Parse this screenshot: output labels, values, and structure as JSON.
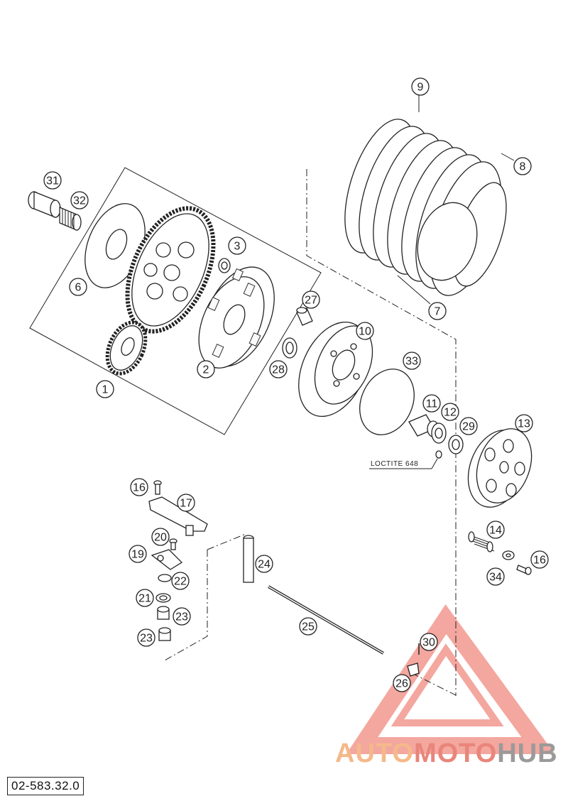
{
  "document": {
    "drawing_code": "02-583.32.0",
    "note": "LOCTITE 648",
    "watermark": {
      "part1": "AUTO",
      "part2": "MOTO",
      "part3": "HUB"
    }
  },
  "callouts": [
    {
      "id": "c1",
      "label": "1"
    },
    {
      "id": "c2",
      "label": "2"
    },
    {
      "id": "c3",
      "label": "3"
    },
    {
      "id": "c6",
      "label": "6"
    },
    {
      "id": "c7",
      "label": "7"
    },
    {
      "id": "c8",
      "label": "8"
    },
    {
      "id": "c9",
      "label": "9"
    },
    {
      "id": "c10",
      "label": "10"
    },
    {
      "id": "c11",
      "label": "11"
    },
    {
      "id": "c12",
      "label": "12"
    },
    {
      "id": "c13",
      "label": "13"
    },
    {
      "id": "c14",
      "label": "14"
    },
    {
      "id": "c16a",
      "label": "16"
    },
    {
      "id": "c16b",
      "label": "16"
    },
    {
      "id": "c17",
      "label": "17"
    },
    {
      "id": "c19",
      "label": "19"
    },
    {
      "id": "c20",
      "label": "20"
    },
    {
      "id": "c21",
      "label": "21"
    },
    {
      "id": "c22",
      "label": "22"
    },
    {
      "id": "c23a",
      "label": "23"
    },
    {
      "id": "c23b",
      "label": "23"
    },
    {
      "id": "c24",
      "label": "24"
    },
    {
      "id": "c25",
      "label": "25"
    },
    {
      "id": "c26",
      "label": "26"
    },
    {
      "id": "c27",
      "label": "27"
    },
    {
      "id": "c28",
      "label": "28"
    },
    {
      "id": "c29",
      "label": "29"
    },
    {
      "id": "c30",
      "label": "30"
    },
    {
      "id": "c31",
      "label": "31"
    },
    {
      "id": "c32",
      "label": "32"
    },
    {
      "id": "c33",
      "label": "33"
    },
    {
      "id": "c34",
      "label": "34"
    }
  ],
  "colors": {
    "ink": "#222222",
    "watermark_triangle": "#f08a80",
    "watermark_orange": "#f4b98a",
    "watermark_gray": "#9a9a9a"
  }
}
